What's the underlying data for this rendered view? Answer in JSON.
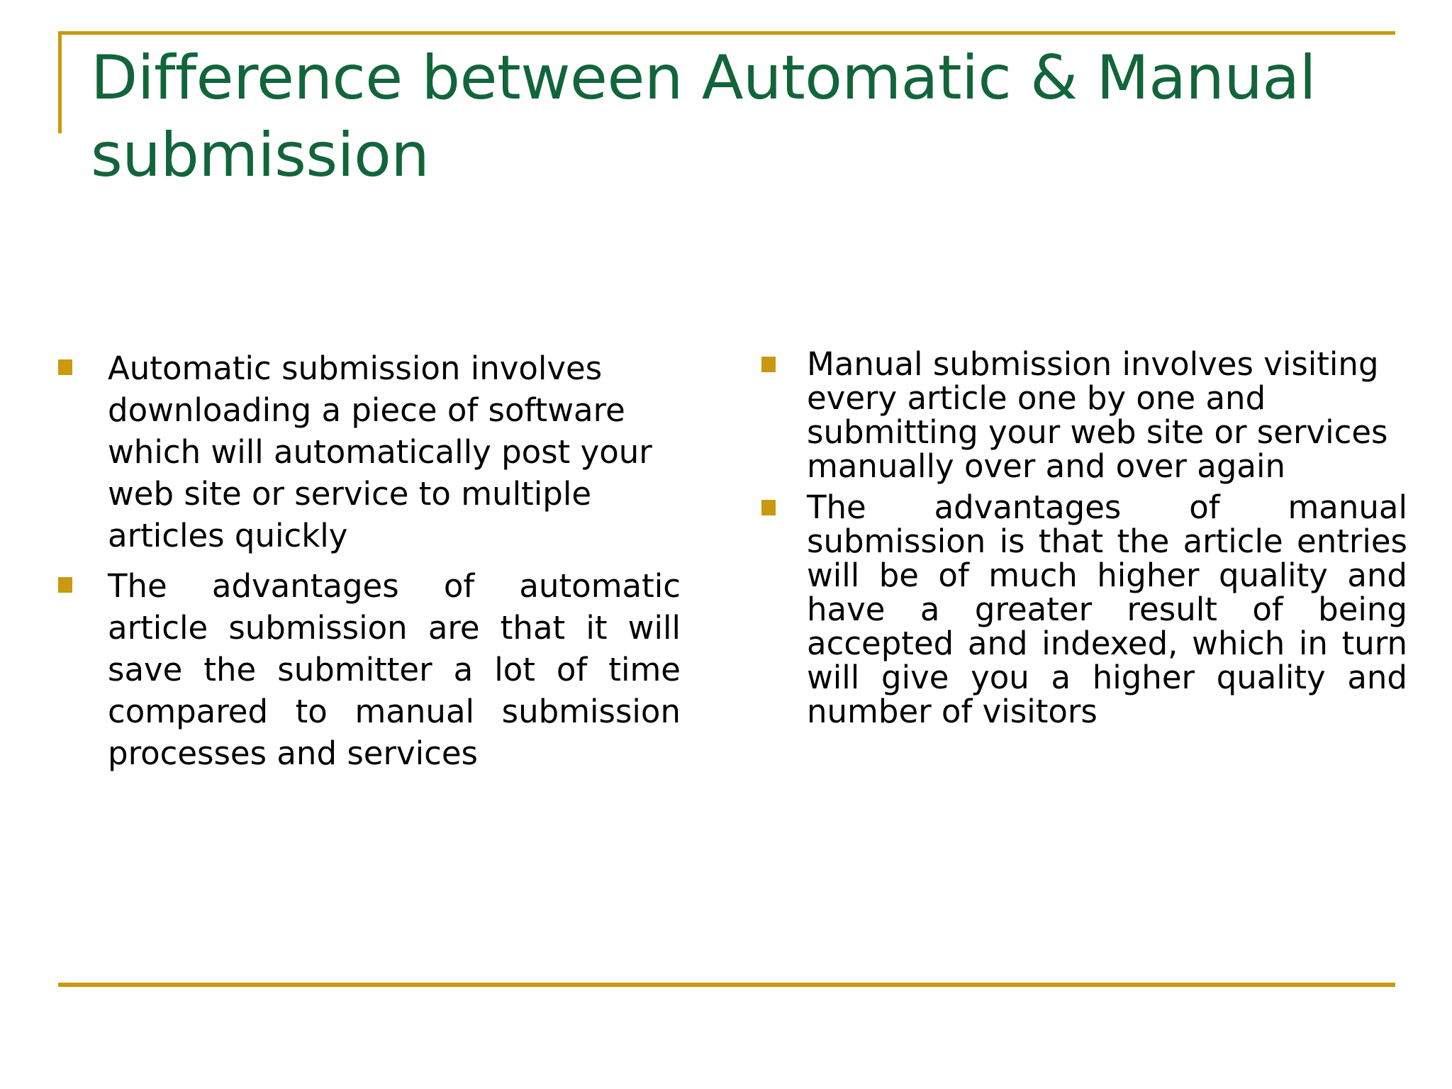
{
  "slide": {
    "title": "Difference between Automatic & Manual submission",
    "title_color": "#12653a",
    "accent_color": "#c9990f",
    "body_text_color": "#000000",
    "background_color": "#ffffff",
    "bullet_glyph": "square-bullet-icon",
    "columns": [
      {
        "name": "automatic-submission-column",
        "bullets": [
          {
            "text": "Automatic submission involves downloading a piece of software which will automatically post your web site or service to multiple articles quickly",
            "align": "ragged"
          },
          {
            "text": "The advantages of automatic article submission are that it will save the submitter a lot of time compared to manual submission processes and services",
            "align": "justify"
          }
        ]
      },
      {
        "name": "manual-submission-column",
        "bullets": [
          {
            "text": "Manual submission involves visiting every article one by one and submitting your web site or services manually over and over again",
            "align": "ragged"
          },
          {
            "text": "The advantages of manual submission is that the article entries will be of much higher quality and have a greater result of being accepted and indexed, which in turn will give you a higher quality and number of visitors",
            "align": "justify"
          }
        ]
      }
    ]
  }
}
